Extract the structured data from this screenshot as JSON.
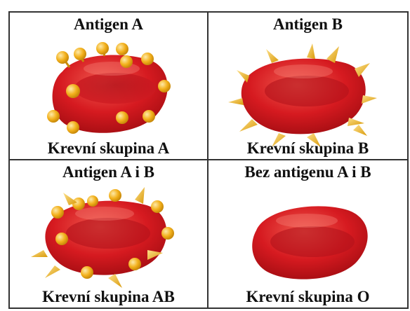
{
  "cells": [
    {
      "title": "Antigen A",
      "caption": "Krevní skupina A",
      "antigen": "sphere-icon"
    },
    {
      "title": "Antigen B",
      "caption": "Krevní skupina B",
      "antigen": "spike-icon"
    },
    {
      "title": "Antigen A i B",
      "caption": "Krevní skupina AB",
      "antigen": "sphere-and-spike-icon"
    },
    {
      "title": "Bez antigenu A i B",
      "caption": "Krevní skupina O",
      "antigen": "none"
    }
  ],
  "colors": {
    "cell_dark": "#a30d12",
    "cell_mid": "#d61a20",
    "cell_light": "#ef5a4f",
    "antigen_a": "#f3b11c",
    "antigen_b": "#f6c31b"
  }
}
